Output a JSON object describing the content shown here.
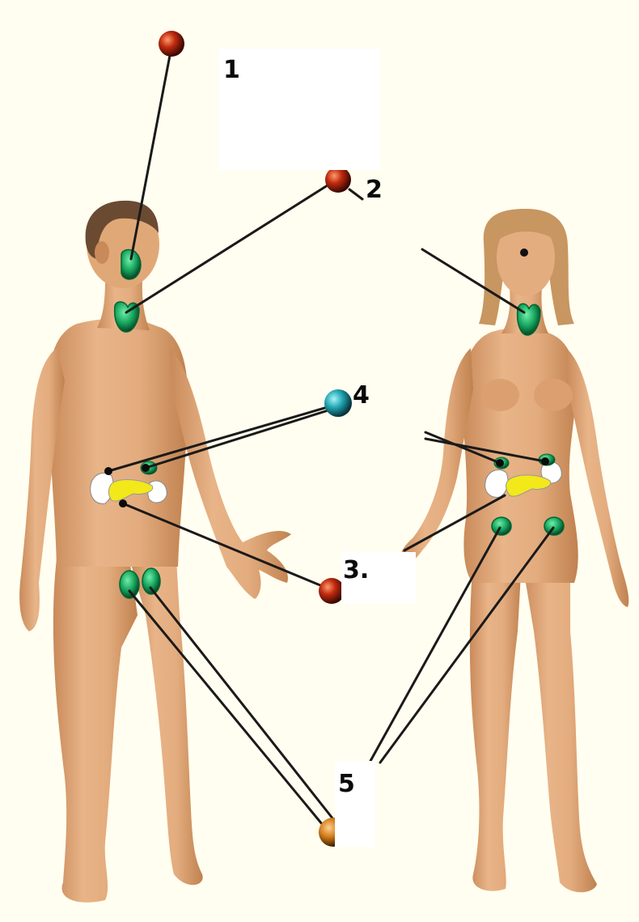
{
  "labels": {
    "l1": "1",
    "l2": "2",
    "l3": "3.",
    "l4": "4",
    "l5": "5"
  },
  "colors": {
    "background": "#fffef0",
    "skin": "#e3ac7e",
    "skin_shadow": "#c98a5a",
    "hair_male": "#6b4a32",
    "hair_female": "#c89660",
    "gland_green": "#13a05a",
    "marker_red": "#c02a10",
    "marker_teal": "#1ea3b0",
    "marker_orange": "#d07a18",
    "pancreas_yellow": "#f2e81a",
    "leader_line": "#1a1a1a"
  },
  "icons": {
    "marker_1": "red-sphere",
    "marker_2": "red-sphere",
    "marker_3": "red-sphere",
    "marker_4": "teal-sphere",
    "marker_5": "orange-sphere"
  }
}
